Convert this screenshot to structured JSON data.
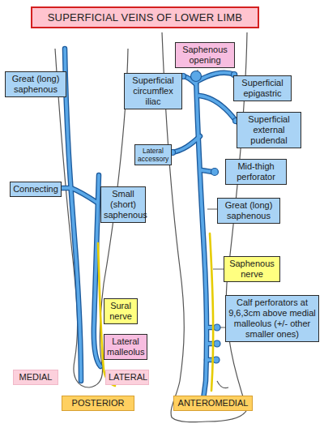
{
  "diagram": {
    "title": "SUPERFICIAL VEINS OF LOWER LIMB",
    "nodes": [
      {
        "text": [
          "Saphenous opening"
        ]
      },
      {
        "text": [
          "Great (long) saphenous"
        ]
      },
      {
        "text": [
          "Superficial circumflex iliac"
        ]
      },
      {
        "text": [
          "Superficial epigastric"
        ]
      },
      {
        "text": [
          "Superficial external pudendal"
        ]
      },
      {
        "text": [
          "Lateral accessory"
        ]
      },
      {
        "text": [
          "Mid-thigh perforator"
        ]
      },
      {
        "text": [
          "Connecting"
        ]
      },
      {
        "text": [
          "Small (short) saphenous"
        ]
      },
      {
        "text": [
          "Great (long) saphenous"
        ]
      },
      {
        "text": [
          "Saphenous nerve"
        ]
      },
      {
        "text": [
          "Calf perforators at 9,6,3cm above medial malleolus (+/- other smaller ones)"
        ]
      },
      {
        "text": [
          "Sural nerve"
        ]
      },
      {
        "text": [
          "Lateral malleolus"
        ]
      },
      {
        "text": [
          "MEDIAL"
        ]
      },
      {
        "text": [
          "LATERAL"
        ]
      },
      {
        "text": [
          "POSTERIOR"
        ]
      },
      {
        "text": [
          "ANTEROMEDIAL"
        ]
      }
    ]
  }
}
